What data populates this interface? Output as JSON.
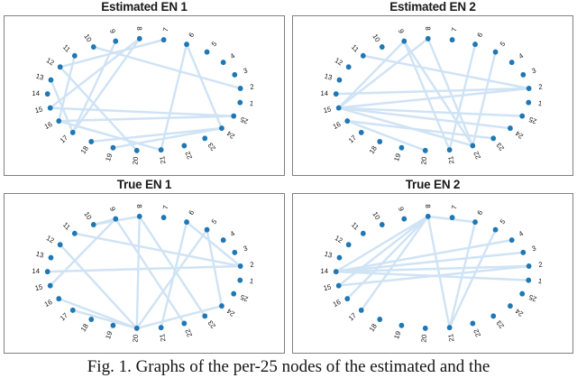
{
  "figure": {
    "caption": "Fig. 1.  Graphs of the per-25 nodes of the estimated and the",
    "node_color": "#1f77b4",
    "edge_color": "#cfe3f5",
    "border_color": "#808080",
    "background": "#ffffff",
    "node_count": 25,
    "node_labels": [
      "1",
      "2",
      "3",
      "4",
      "5",
      "6",
      "7",
      "8",
      "9",
      "10",
      "11",
      "12",
      "13",
      "14",
      "15",
      "16",
      "17",
      "18",
      "19",
      "20",
      "21",
      "22",
      "23",
      "24",
      "25"
    ]
  },
  "chart_data": [
    {
      "type": "graph",
      "title": "Estimated EN 1",
      "panel": "top-left",
      "nodes": [
        "1",
        "2",
        "3",
        "4",
        "5",
        "6",
        "7",
        "8",
        "9",
        "10",
        "11",
        "12",
        "13",
        "14",
        "15",
        "16",
        "17",
        "18",
        "19",
        "20",
        "21",
        "22",
        "23",
        "24",
        "25"
      ],
      "layout": "circular-ellipse",
      "edges": [
        [
          12,
          7
        ],
        [
          12,
          20
        ],
        [
          10,
          2
        ],
        [
          15,
          8
        ],
        [
          15,
          25
        ],
        [
          16,
          25
        ],
        [
          16,
          21
        ],
        [
          6,
          24
        ],
        [
          6,
          21
        ],
        [
          9,
          17
        ],
        [
          8,
          17
        ],
        [
          24,
          18
        ],
        [
          24,
          19
        ],
        [
          11,
          16
        ],
        [
          13,
          17
        ]
      ],
      "edge_count": 15
    },
    {
      "type": "graph",
      "title": "Estimated EN 2",
      "panel": "top-right",
      "nodes": [
        "1",
        "2",
        "3",
        "4",
        "5",
        "6",
        "7",
        "8",
        "9",
        "10",
        "11",
        "12",
        "13",
        "14",
        "15",
        "16",
        "17",
        "18",
        "19",
        "20",
        "21",
        "22",
        "23",
        "24",
        "25"
      ],
      "layout": "circular-ellipse",
      "edges": [
        [
          15,
          2
        ],
        [
          15,
          8
        ],
        [
          15,
          9
        ],
        [
          15,
          25
        ],
        [
          15,
          22
        ],
        [
          15,
          24
        ],
        [
          11,
          2
        ],
        [
          14,
          2
        ],
        [
          9,
          21
        ],
        [
          9,
          22
        ],
        [
          8,
          22
        ],
        [
          6,
          21
        ],
        [
          5,
          22
        ],
        [
          16,
          20
        ],
        [
          16,
          23
        ]
      ],
      "edge_count": 15
    },
    {
      "type": "graph",
      "title": "True EN 1",
      "panel": "bottom-left",
      "nodes": [
        "1",
        "2",
        "3",
        "4",
        "5",
        "6",
        "7",
        "8",
        "9",
        "10",
        "11",
        "12",
        "13",
        "14",
        "15",
        "16",
        "17",
        "18",
        "19",
        "20",
        "21",
        "22",
        "23",
        "24",
        "25"
      ],
      "layout": "circular-ellipse",
      "edges": [
        [
          10,
          8
        ],
        [
          10,
          9
        ],
        [
          11,
          2
        ],
        [
          14,
          2
        ],
        [
          9,
          22
        ],
        [
          8,
          20
        ],
        [
          6,
          21
        ],
        [
          6,
          2
        ],
        [
          5,
          20
        ],
        [
          5,
          24
        ],
        [
          12,
          20
        ],
        [
          15,
          9
        ],
        [
          16,
          20
        ],
        [
          17,
          20
        ],
        [
          24,
          20
        ],
        [
          23,
          8
        ]
      ],
      "edge_count": 16
    },
    {
      "type": "graph",
      "title": "True EN 2",
      "panel": "bottom-right",
      "nodes": [
        "1",
        "2",
        "3",
        "4",
        "5",
        "6",
        "7",
        "8",
        "9",
        "10",
        "11",
        "12",
        "13",
        "14",
        "15",
        "16",
        "17",
        "18",
        "19",
        "20",
        "21",
        "22",
        "23",
        "24",
        "25"
      ],
      "layout": "circular-ellipse",
      "edges": [
        [
          8,
          6
        ],
        [
          8,
          14
        ],
        [
          8,
          15
        ],
        [
          8,
          16
        ],
        [
          8,
          17
        ],
        [
          8,
          21
        ],
        [
          14,
          1
        ],
        [
          14,
          2
        ],
        [
          14,
          3
        ],
        [
          14,
          4
        ],
        [
          15,
          2
        ],
        [
          6,
          21
        ],
        [
          5,
          21
        ]
      ],
      "edge_count": 13
    }
  ]
}
